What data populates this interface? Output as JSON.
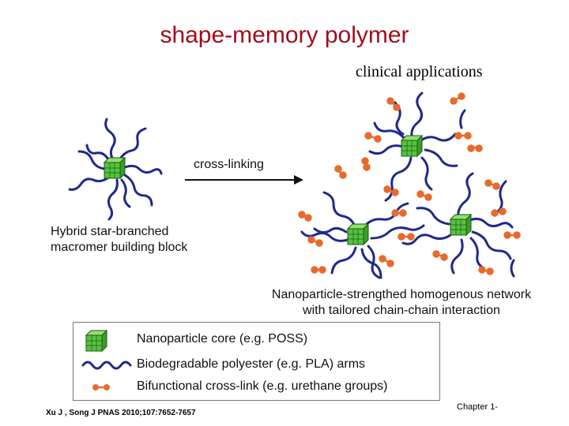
{
  "title": "shape-memory polymer",
  "subtitle": "clinical applications",
  "arrow_label": "cross-linking",
  "left_caption": [
    "Hybrid star-branched",
    "macromer building block"
  ],
  "right_caption": [
    "Nanoparticle-strengthed homogenous network",
    "with tailored chain-chain interaction"
  ],
  "legend": [
    {
      "icon": "green-cube-icon",
      "text": "Nanoparticle core (e.g. POSS)"
    },
    {
      "icon": "blue-chain-icon",
      "text": "Biodegradable polyester (e.g. PLA) arms"
    },
    {
      "icon": "orange-crosslink-icon",
      "text": "Bifunctional cross-link (e.g. urethane groups)"
    }
  ],
  "citation": "Xu J , Song J PNAS 2010;107:7652-7657",
  "chapter": "Chapter 1-",
  "colors": {
    "title": "#a30d1c",
    "chain": "#1f2a8a",
    "cube": "#4fbf3a",
    "crosslink": "#e86a2c"
  }
}
